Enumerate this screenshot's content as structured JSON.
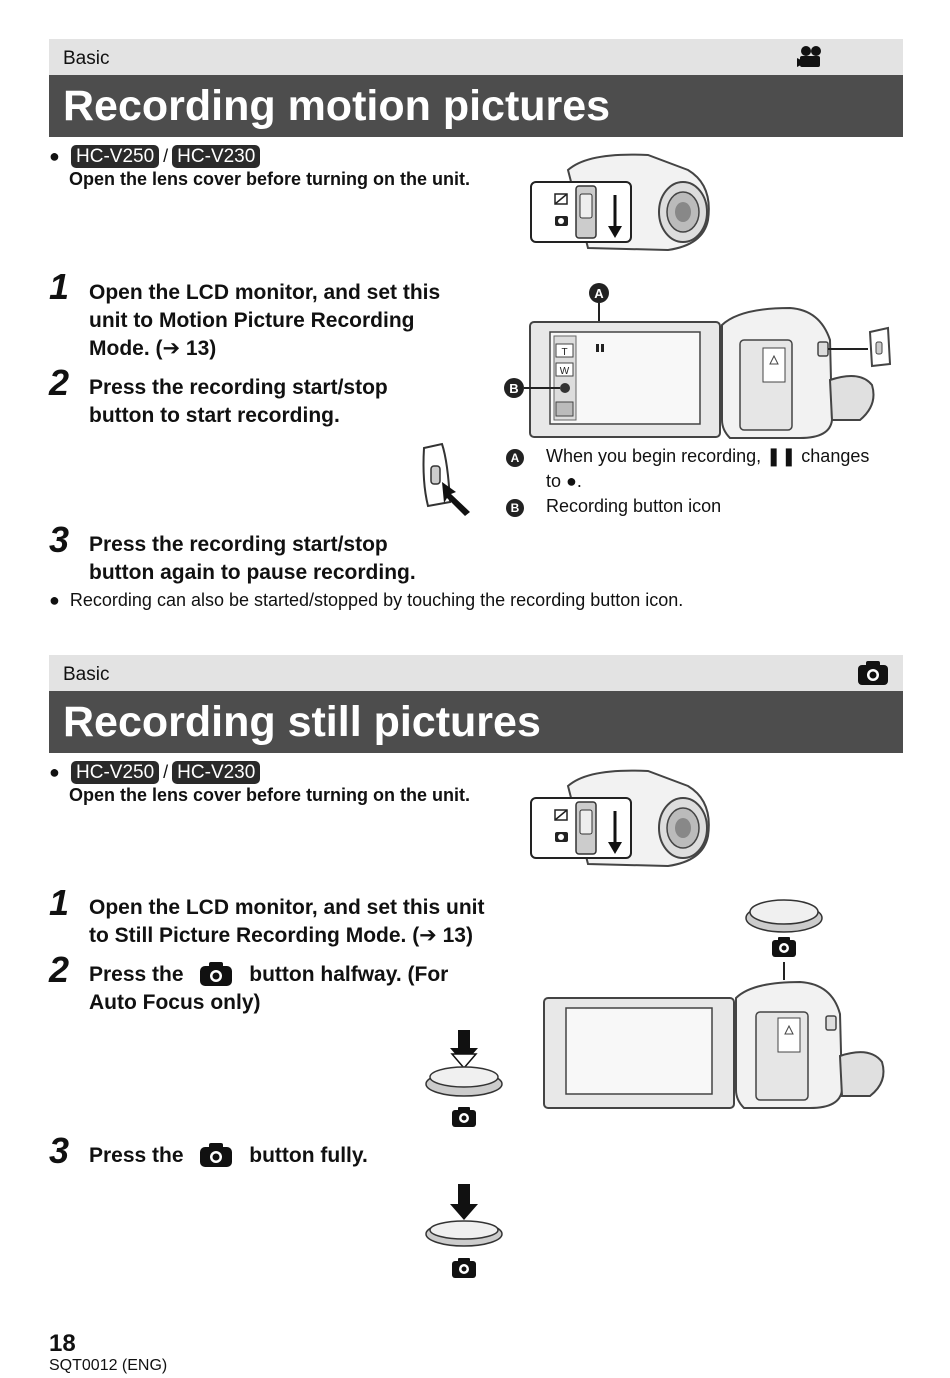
{
  "section1": {
    "category": "Basic",
    "mode_icon": "movie-camera-icon",
    "title": "Recording motion pictures",
    "models": [
      "HC-V250",
      "HC-V230"
    ],
    "model_separator": "/",
    "note": "Open the lens cover before turning on the unit.",
    "steps": [
      {
        "number": "1",
        "lines": [
          "Open the LCD monitor, and set this",
          "unit to Motion Picture Recording",
          "Mode. (➔ 13)"
        ]
      },
      {
        "number": "2",
        "lines": [
          "Press the recording start/stop",
          "button to start recording."
        ]
      },
      {
        "number": "3",
        "lines": [
          "Press the recording start/stop",
          "button again to pause recording."
        ]
      }
    ],
    "callout_a_letter": "A",
    "callout_b_letter": "B",
    "caption_a_line1": "When you begin recording, ❚❚ changes",
    "caption_a_line2": "to ●.",
    "caption_b": "Recording button icon",
    "lcd_labels": {
      "t": "T",
      "w": "W"
    },
    "bullet_note": "Recording can also be started/stopped by touching the recording button icon."
  },
  "section2": {
    "category": "Basic",
    "mode_icon": "still-camera-icon",
    "title": "Recording still pictures",
    "models": [
      "HC-V250",
      "HC-V230"
    ],
    "model_separator": "/",
    "note": "Open the lens cover before turning on the unit.",
    "steps": [
      {
        "number": "1",
        "lines": [
          "Open the LCD monitor, and set this unit",
          "to Still Picture Recording Mode. (➔ 13)"
        ]
      },
      {
        "number": "2",
        "before": "Press the",
        "after": "button halfway. (For",
        "line2": "Auto Focus only)"
      },
      {
        "number": "3",
        "before": "Press the",
        "after": "button fully."
      }
    ]
  },
  "bullet": "●",
  "footer": {
    "page": "18",
    "code": "SQT0012 (ENG)"
  }
}
